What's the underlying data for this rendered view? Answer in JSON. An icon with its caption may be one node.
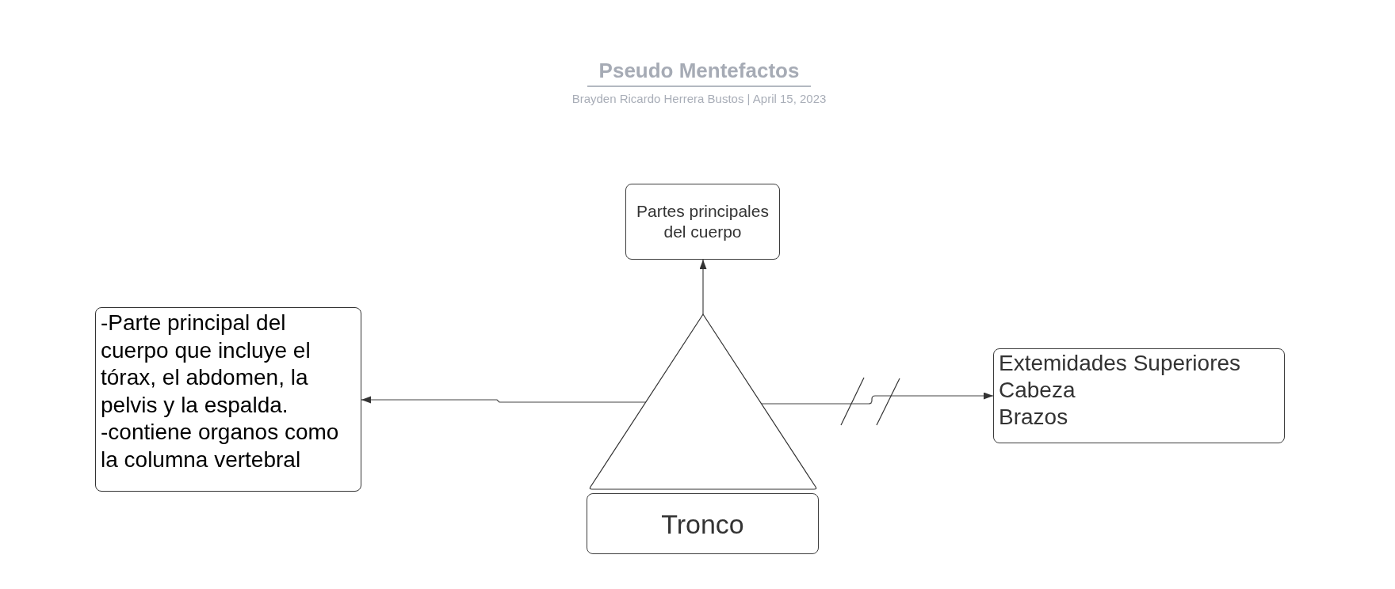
{
  "diagram": {
    "title": "Pseudo Mentefactos",
    "nodes": [
      {
        "text": [
          "Partes principales del cuerpo"
        ]
      },
      {
        "text": [
          "-Parte principal del cuerpo que incluye el tórax, el abdomen, la pelvis y la espalda.",
          "-contiene organos como la columna vertebral"
        ]
      },
      {
        "text": [],
        "shape": "triangle"
      },
      {
        "text": [
          "Extemidades Superiores",
          "Cabeza",
          "Brazos"
        ]
      },
      {
        "text": [
          "Tronco"
        ]
      }
    ],
    "edges": [
      {
        "from": 2,
        "to": 0,
        "arrow": "to"
      },
      {
        "from": 2,
        "to": 1,
        "arrow": "to"
      },
      {
        "from": 2,
        "to": 3,
        "arrow": "to"
      }
    ],
    "labels": [
      "Brayden Ricardo Herrera Bustos | April 15, 2023"
    ]
  }
}
